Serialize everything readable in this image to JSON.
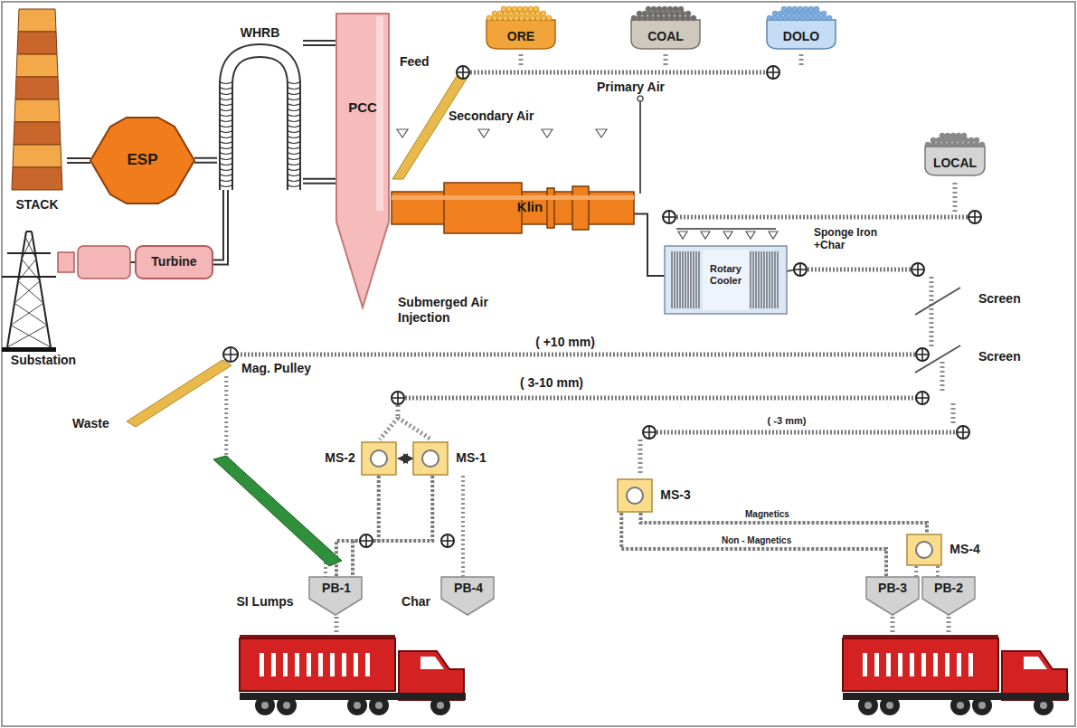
{
  "diagram": {
    "nodes": [
      {
        "text": [
          "STACK"
        ]
      },
      {
        "text": [
          "ESP"
        ]
      },
      {
        "text": [
          "WHRB"
        ]
      },
      {
        "text": [
          "PCC"
        ]
      },
      {
        "text": [
          "Turbine"
        ]
      },
      {
        "text": [
          "Substation"
        ]
      },
      {
        "text": [
          "ORE"
        ]
      },
      {
        "text": [
          "COAL"
        ]
      },
      {
        "text": [
          "DOLO"
        ]
      },
      {
        "text": [
          "Klin"
        ]
      },
      {
        "text": [
          "LOCAL"
        ]
      },
      {
        "text": [
          "Rotary Cooler"
        ]
      },
      {
        "text": [
          "Mag. Pulley"
        ]
      },
      {
        "text": [
          "MS-2"
        ]
      },
      {
        "text": [
          "MS-1"
        ]
      },
      {
        "text": [
          "MS-3"
        ]
      },
      {
        "text": [
          "MS-4"
        ]
      },
      {
        "text": [
          "SI Lumps",
          "PB-1"
        ]
      },
      {
        "text": [
          "Char",
          "PB-4"
        ]
      },
      {
        "text": [
          "PB-3"
        ]
      },
      {
        "text": [
          "PB-2"
        ]
      }
    ],
    "edges": [
      {
        "from": 1,
        "to": 0,
        "arrow": "none"
      },
      {
        "from": 2,
        "to": 1,
        "arrow": "none"
      },
      {
        "from": 3,
        "to": 2,
        "arrow": "none"
      },
      {
        "from": 3,
        "to": 2,
        "arrow": "none"
      },
      {
        "from": 2,
        "to": 4,
        "arrow": "none"
      },
      {
        "from": 4,
        "to": 5,
        "arrow": "none"
      },
      {
        "from": 9,
        "to": 11,
        "arrow": "none"
      },
      {
        "from": 13,
        "to": 14,
        "arrow": "both"
      },
      {
        "from": 12,
        "to": 17,
        "arrow": "none"
      },
      {
        "from": 13,
        "to": 17,
        "arrow": "none"
      },
      {
        "from": 14,
        "to": 17,
        "arrow": "none"
      },
      {
        "from": 14,
        "to": 18,
        "arrow": "none"
      },
      {
        "from": 15,
        "to": 16,
        "label": "Magnetics",
        "arrow": "none"
      },
      {
        "from": 15,
        "to": 19,
        "label": "Non - Magnetics",
        "arrow": "none"
      },
      {
        "from": 16,
        "to": 19,
        "arrow": "none"
      },
      {
        "from": 16,
        "to": 20,
        "arrow": "none"
      }
    ],
    "labels": [
      "Feed",
      "Secondary Air",
      "Primary Air",
      "Submerged Air Injection",
      "Sponge Iron +Char",
      "Screen",
      "Screen",
      "( +10 mm)",
      "( 3-10 mm)",
      "( -3 mm)",
      "Waste"
    ]
  }
}
